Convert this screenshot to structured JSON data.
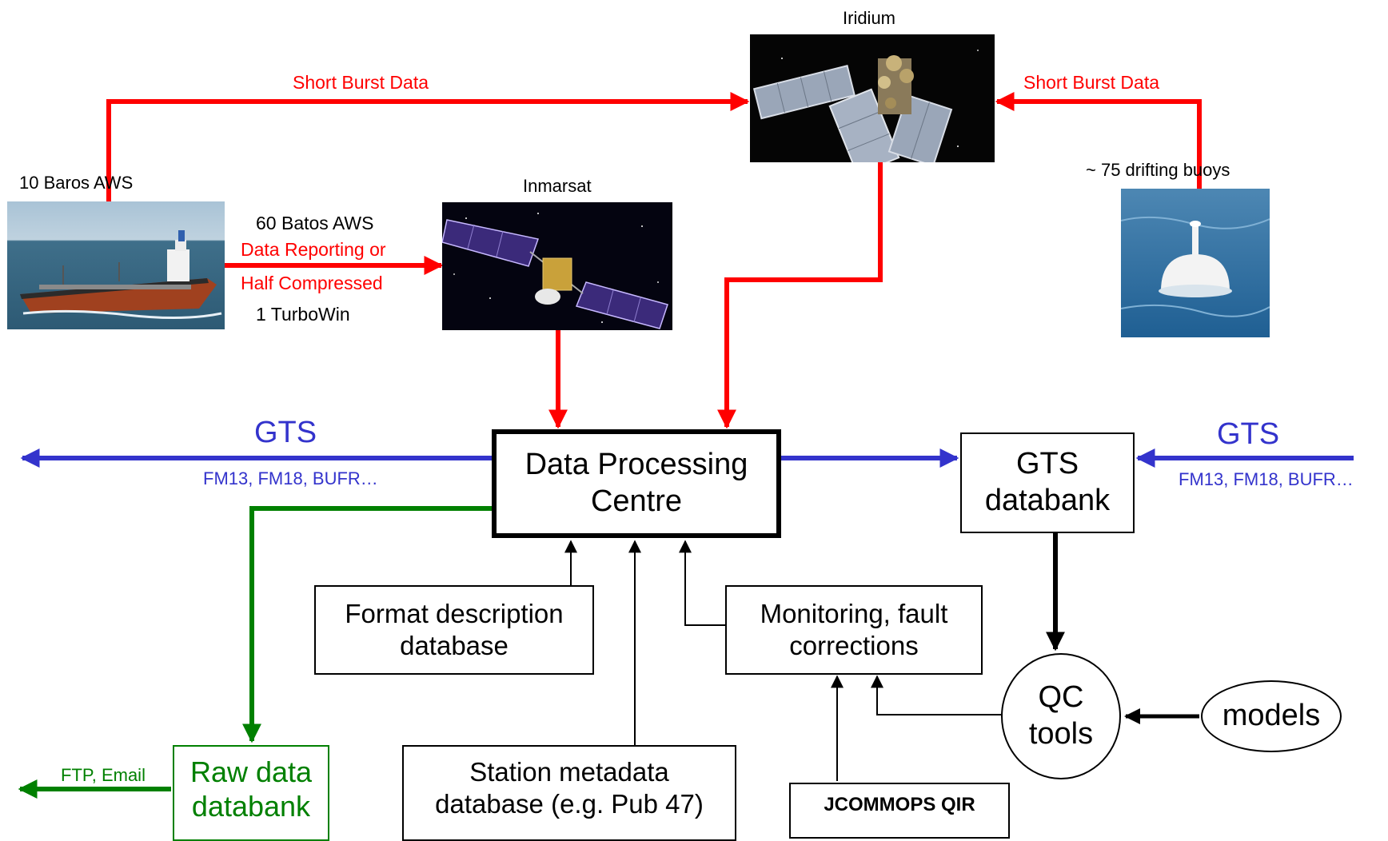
{
  "sources": {
    "iridium": "Iridium",
    "inmarsat": "Inmarsat",
    "ship_aws": "10 Baros  AWS",
    "buoys": "~ 75 drifting buoys"
  },
  "links": {
    "sbd_left": "Short Burst Data",
    "sbd_right": "Short Burst Data",
    "batos_aws": "60 Batos  AWS",
    "data_reporting": "Data Reporting or",
    "half_compressed": "Half Compressed",
    "turbowin": "1 TurboWin"
  },
  "gts_left": {
    "title": "GTS",
    "formats": "FM13, FM18, BUFR…"
  },
  "gts_right": {
    "title": "GTS",
    "formats": "FM13, FM18, BUFR…"
  },
  "boxes": {
    "dpc": [
      "Data Processing",
      "Centre"
    ],
    "gts_databank": [
      "GTS",
      "databank"
    ],
    "format_db": [
      "Format description",
      "database"
    ],
    "monitoring": [
      "Monitoring, fault",
      "corrections"
    ],
    "qc_tools": [
      "QC",
      "tools"
    ],
    "models": "models",
    "raw_data": [
      "Raw data",
      "databank"
    ],
    "station_meta": [
      "Station metadata",
      "database (e.g. Pub 47)"
    ],
    "jcommops": "JCOMMOPS QIR"
  },
  "ftp_email": "FTP, Email",
  "colors": {
    "red": "#ff0000",
    "blue": "#3333cc",
    "green": "#008000",
    "black": "#000000"
  }
}
